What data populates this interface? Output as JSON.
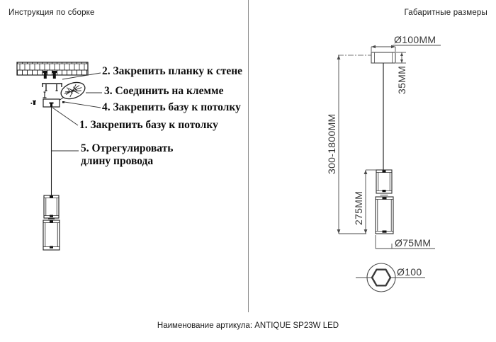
{
  "left_section": {
    "title": "Инструкция по сборке",
    "steps": {
      "step1": "1. Закрепить базу к потолку",
      "step2": "2. Закрепить планку к стене",
      "step3": "3. Соединить на клемме",
      "step4": "4. Закрепить базу к потолку",
      "step5_line1": "5. Отрегулировать",
      "step5_line2": "длину провода"
    }
  },
  "right_section": {
    "title": "Габаритные размеры",
    "dimensions": {
      "canopy_diameter": "Ø100MM",
      "canopy_height": "35MM",
      "suspension_range": "300-1800MM",
      "shade_height": "275MM",
      "shade_diameter": "Ø75MM",
      "base_view_diameter": "Ø100"
    }
  },
  "footer": {
    "article": "Наименование артикула: ANTIQUE SP23W LED"
  },
  "colors": {
    "line_dark": "#1f1f1f",
    "line_light": "#4a4a4a",
    "text": "#0d0d0d"
  }
}
